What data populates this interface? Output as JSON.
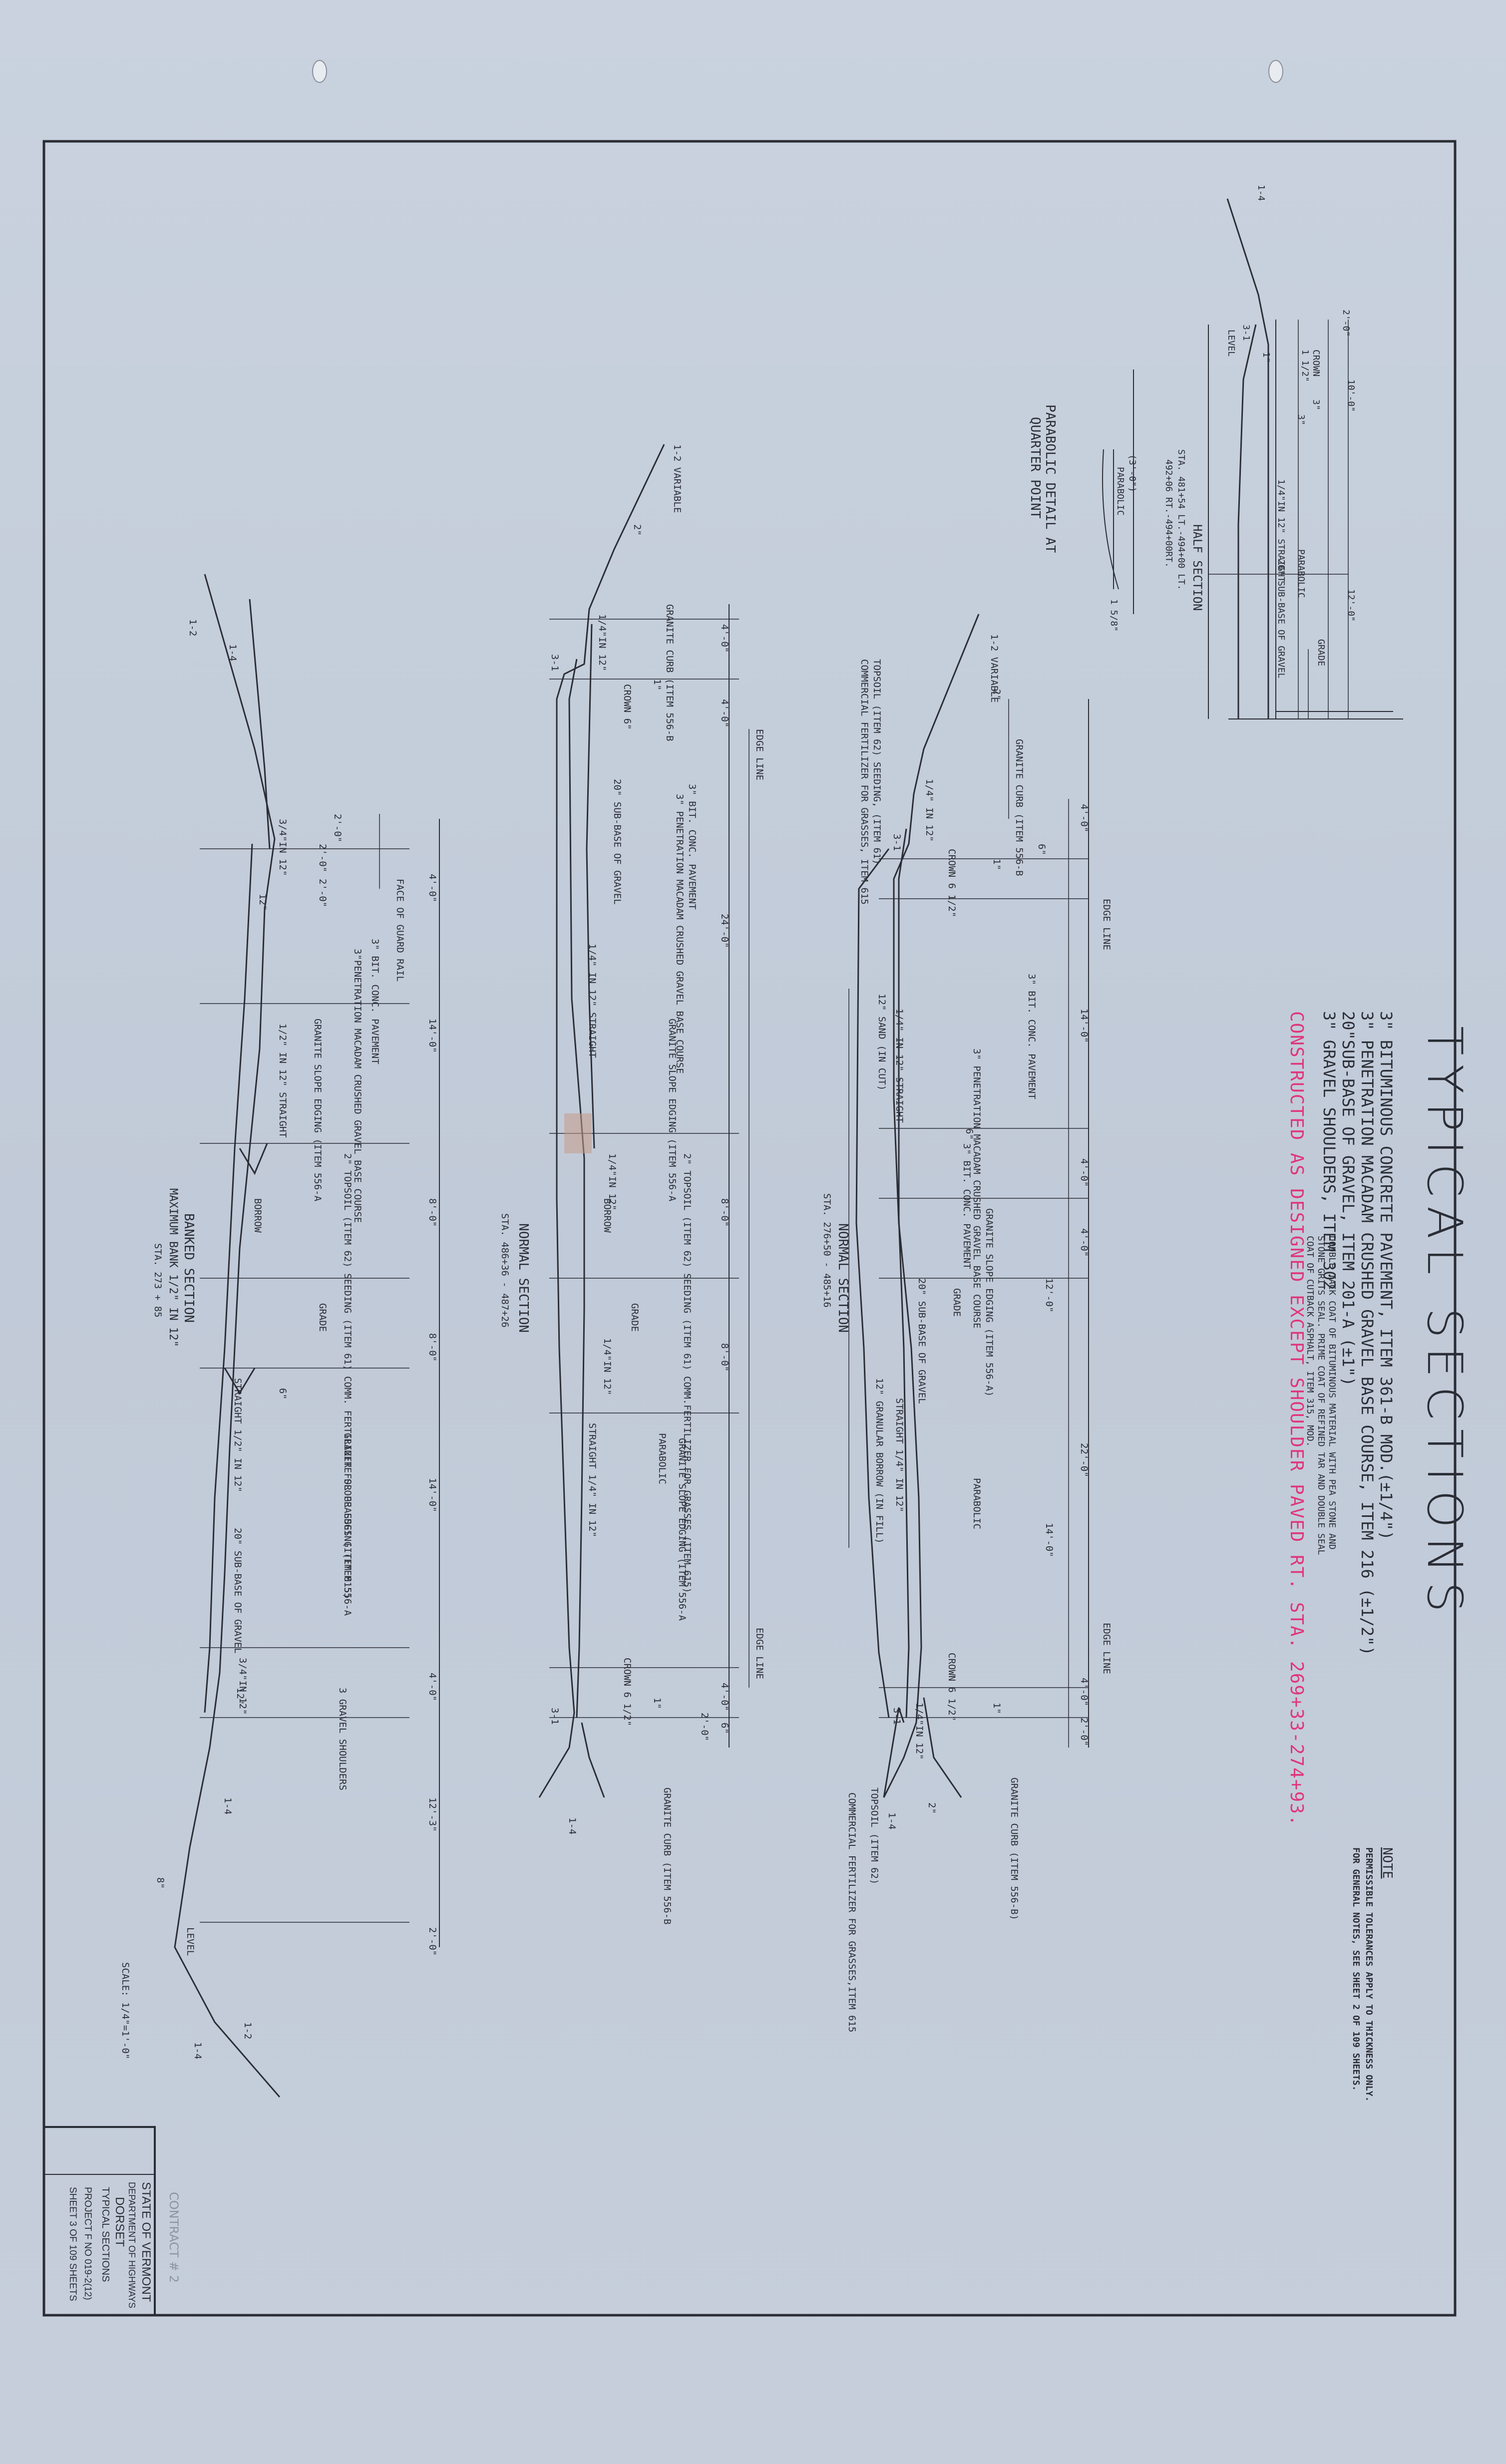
{
  "title": "TYPICAL SECTIONS",
  "materials": [
    "3\" BITUMINOUS  CONCRETE  PAVEMENT, ITEM 361-B  MOD.(±1/4\")",
    "3\" PENETRATION MACADAM CRUSHED GRAVEL BASE COURSE, ITEM 216 (±1/2\")",
    "20\"SUB-BASE OF GRAVEL,  ITEM   201-A (±1\")",
    "3\" GRAVEL SHOULDERS, ITEM 302"
  ],
  "seal_note": [
    "DOUBLE TACK COAT OF BITUMINOUS MATERIAL WITH PEA STONE AND",
    "STONE GRITS SEAL. PRIME COAT OF REFINED TAR AND DOUBLE SEAL",
    "COAT OF CUTBACK ASPHALT, ITEM 315, MOD."
  ],
  "as_built_note": "CONSTRUCTED AS DESIGNED EXCEPT SHOULDER PAVED RT. STA. 269+33-274+93.",
  "note": {
    "heading": "NOTE",
    "lines": [
      "PERMISSIBLE TOLERANCES APPLY TO THICKNESS ONLY.",
      "FOR GENERAL NOTES, SEE SHEET 2 OF 109 SHEETS."
    ]
  },
  "half_section": {
    "title": "HALF SECTION",
    "stations": [
      "STA. 481+54 LT.-494+00 LT.",
      "492+06 RT.-494+00RT."
    ],
    "dims": [
      "2'-0\"",
      "10'-0\"",
      "12'-0\""
    ],
    "labels": {
      "crown": "CROWN",
      "crown_val": "1 1/2\"",
      "three": "3\"",
      "slope": "1/4\"IN 12\" STRAIGHT",
      "parabolic": "PARABOLIC",
      "subbase": "20\" SUB-BASE OF GRAVEL",
      "grade": "GRADE",
      "level": "LEVEL",
      "slope_14": "1-4",
      "slope_13": "3-1",
      "one_inch": "1\""
    }
  },
  "parabolic_detail": {
    "title": "PARABOLIC DETAIL AT",
    "title2": "QUARTER POINT",
    "dim": "(3'-0\")",
    "label": "PARABOLIC",
    "val": "1 5/8\""
  },
  "section_top": {
    "title": "NORMAL   SECTION",
    "station": "STA. 276+50 - 485+16",
    "dims": [
      "4'-0\"",
      "14'-0\"",
      "4'-0\"",
      "4'-0\"",
      "12'-0\"",
      "22'-0\"",
      "14'-0\"",
      "4'-0\"",
      "2'-0\""
    ],
    "labels": {
      "edge1": "EDGE LINE",
      "edge2": "EDGE LINE",
      "curb_l": "GRANITE CURB (ITEM 556-B",
      "curb_r": "GRANITE CURB (ITEM 556-B)",
      "topsoil": "TOPSOIL (ITEM 62) SEEDING, (ITEM 61)",
      "fert": "COMMERCIAL FERTILIZER FOR GRASSES, ITEM 615",
      "topsoil_r": "TOPSOIL (ITEM 62)",
      "fert_r": "COMMERCIAL FERTILIZER FOR GRASSES,ITEM 615",
      "pave": "3\" BIT. CONC. PAVEMENT",
      "pen": "3\" PENETRATION MACADAM CRUSHED GRAVEL BASE COURSE",
      "edging": "GRANITE SLOPE EDGING (ITEM 556-A)",
      "sand": "12\" SAND (IN CUT)",
      "borrow": "12\" GRANULAR BORROW (IN FILL)",
      "straight1": "1/4\" IN 12\"    STRAIGHT",
      "straight2": "STRAIGHT     1/4\" IN 12\"",
      "parabolic": "PARABOLIC",
      "subbase": "20\" SUB-BASE OF GRAVEL",
      "grade": "GRADE",
      "crown_l": "CROWN 6 1/2\"",
      "crown_r": "CROWN 6 1/2\"",
      "conc": "3\" BIT. CONC. PAVEMENT",
      "variable": "1-2 VARIABLE",
      "slope_l": "1/4\" IN 12\"",
      "slope_r": "1/4\"IN 12\"",
      "two_in": "2\"",
      "one_in": "1\"",
      "six_in": "6\"",
      "s31": "3-1",
      "s31b": "3-1",
      "s14": "1-4"
    }
  },
  "section_mid": {
    "title": "NORMAL   SECTION",
    "station": "STA. 486+36 - 487+26",
    "dims": [
      "4'-0\"",
      "4'-0\"",
      "24'-0\"",
      "8'-0\"",
      "8'-0\"",
      "4'-0\"",
      "6\"",
      "2'-0\""
    ],
    "labels": {
      "edge1": "EDGE LINE",
      "edge2": "EDGE LINE",
      "curb_l": "GRANITE CURB (ITEM 556-B",
      "curb_r": "GRANITE CURB (ITEM 556-B",
      "pave": "3\" BIT. CONC. PAVEMENT",
      "pen": "3\" PENETRATION MACADAM CRUSHED GRAVEL BASE COURSE",
      "subbase": "20\" SUB-BASE OF GRAVEL",
      "edging_l": "GRANITE SLOPE EDGING (ITEM 556-A",
      "edging_r": "GRANITE SLOPE EDGING (ITEM 556-A",
      "topsoil": "2\" TOPSOIL (ITEM 62) SEEDING (ITEM 61) COMM.FERTILIZER FOR GRASSES (ITEM 615)",
      "straight1": "1/4\" IN 12\"    STRAIGHT",
      "straight2": "STRAIGHT    1/4\" IN 12\"",
      "parabolic": "PARABOLIC",
      "borrow": "BORROW",
      "grade": "GRADE",
      "crown_l": "CROWN 6\"",
      "crown_r": "CROWN 6 1/2\"",
      "variable": "1-2 VARIABLE",
      "slope_l": "1/4\"IN 12\"",
      "slope_m": "1/4\"IN 12\"",
      "slope_m2": "1/4\"IN 12\"",
      "two_in": "2\"",
      "one_in": "1\"",
      "s31": "3-1",
      "s31b": "3-1",
      "s14": "1-4"
    }
  },
  "section_bottom": {
    "title": "BANKED    SECTION",
    "subtitle": "MAXIMUM BANK 1/2\" IN 12\"",
    "station": "STA. 273 + 85",
    "dims": [
      "4'-0\"",
      "14'-0\"",
      "8'-0\"",
      "8'-0\"",
      "14'-0\"",
      "4'-0\"",
      "12'-3\"",
      "2'-0\"",
      "2'-0\"",
      "2'-0\"",
      "2'-0\""
    ],
    "labels": {
      "guard": "FACE  OF GUARD RAIL",
      "pave": "3\" BIT. CONC. PAVEMENT",
      "pen": "3\"PENETRATION MACADAM CRUSHED GRAVEL BASE COURSE",
      "edging_l": "GRANITE SLOPE EDGING (ITEM 556-A",
      "edging_r": "GRANITE SLOPE EDGING (ITEM 556-A",
      "topsoil": "2\" TOPSOIL (ITEM 62) SEEDING (ITEM 61) COMM. FERTILIZER FOR GRASSES (ITEM 615)",
      "straight1": "1/2\" IN 12\" STRAIGHT",
      "straight2": "STRAIGHT 1/2\" IN 12\"",
      "borrow": "BORROW",
      "grade": "GRADE",
      "subbase": "20\" SUB-BASE OF GRAVEL",
      "shoulders": "3 GRAVEL SHOULDERS",
      "level": "LEVEL",
      "s12": "1-2",
      "s14": "1-4",
      "s14b": "1-4",
      "s12b": "1-2",
      "s34": "3/4\"IN 12\"",
      "s34b": "3/4\"IN 12\"",
      "s8": "8\"",
      "six_in": "6\"",
      "twelve": "12\""
    }
  },
  "scale": "SCALE: 1/4\"=1'-0\"",
  "contract": "CONTRACT # 2",
  "title_block": [
    "STATE OF VERMONT",
    "DEPARTMENT OF HIGHWAYS",
    "DORSET",
    "TYPICAL SECTIONS",
    "PROJECT  F  NO 019-2(12)",
    "SHEET  3    OF 109 SHEETS"
  ],
  "colors": {
    "paper": "#c6cedb",
    "ink": "#2a2d35",
    "as_built": "#e0357a"
  }
}
